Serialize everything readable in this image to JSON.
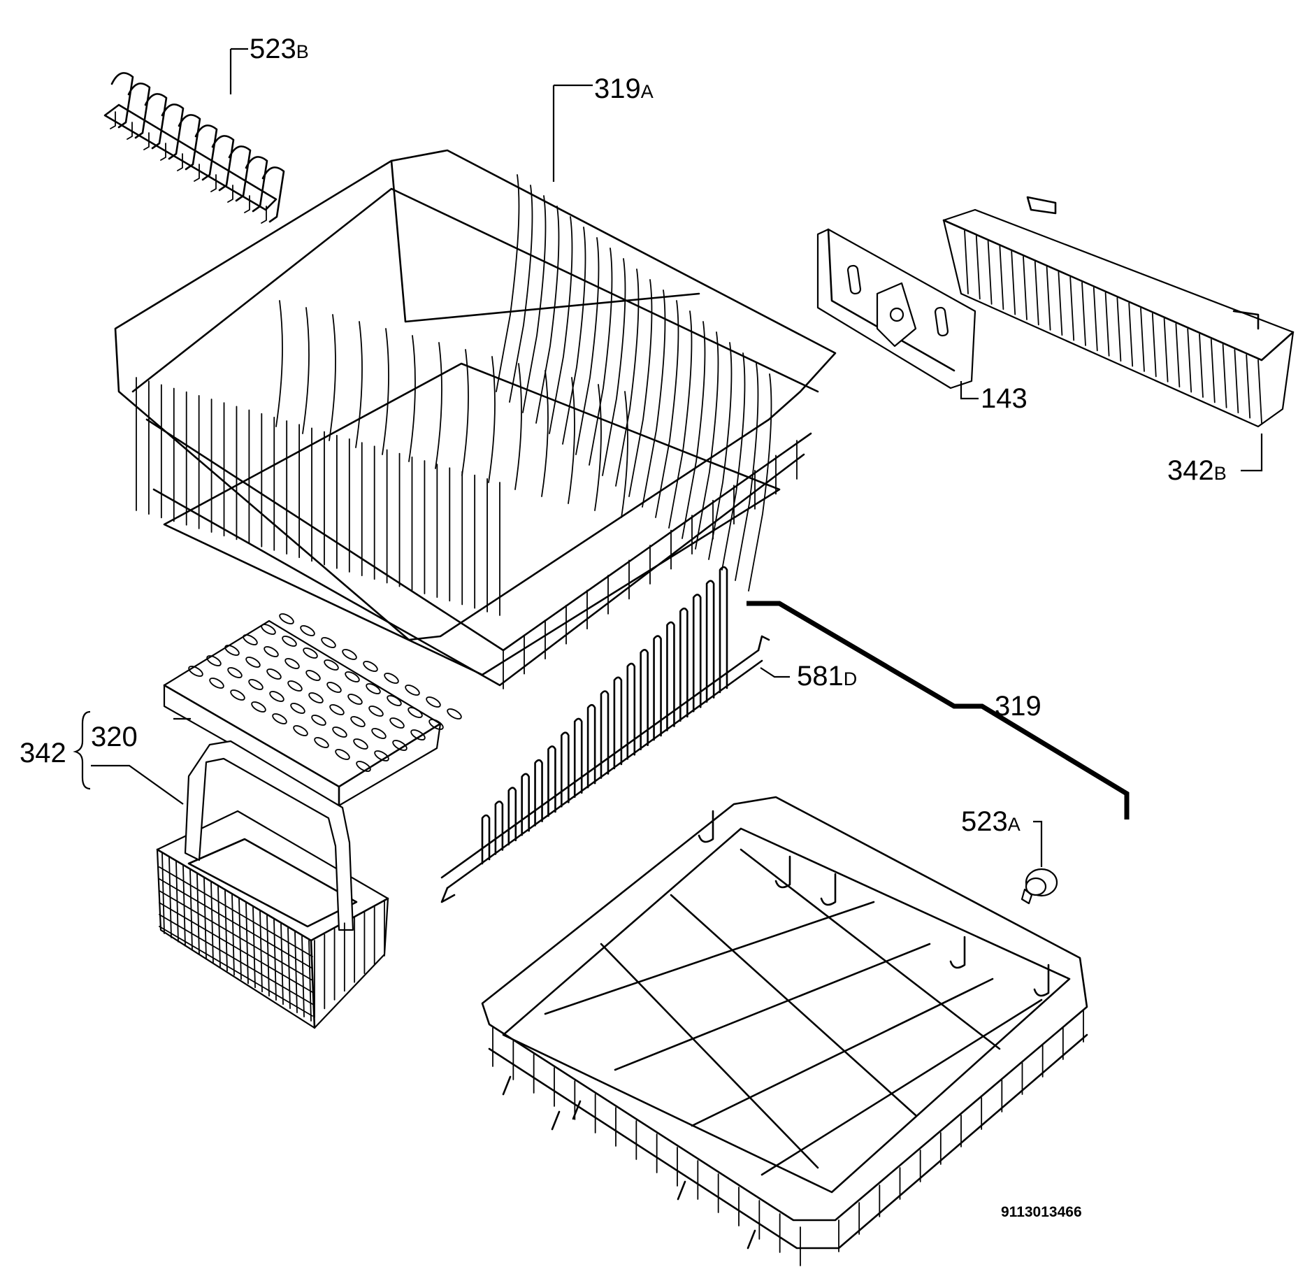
{
  "labels": {
    "p523B": {
      "num": "523",
      "suffix": "B"
    },
    "p319A": {
      "num": "319",
      "suffix": "A"
    },
    "p143": {
      "num": "143",
      "suffix": ""
    },
    "p342B": {
      "num": "342",
      "suffix": "B"
    },
    "p581D": {
      "num": "581",
      "suffix": "D"
    },
    "p319": {
      "num": "319",
      "suffix": ""
    },
    "p320": {
      "num": "320",
      "suffix": ""
    },
    "p342": {
      "num": "342",
      "suffix": ""
    },
    "p523A": {
      "num": "523",
      "suffix": "A"
    }
  },
  "document_number": "9113013466",
  "colors": {
    "ink": "#000000",
    "paper": "#ffffff"
  },
  "icons": [
    "cup-rack-clip-icon",
    "upper-basket-icon",
    "rack-adjuster-bracket-icon",
    "side-cutlery-basket-icon",
    "cutlery-basket-grid-cover-icon",
    "cutlery-basket-icon",
    "plate-rack-insert-icon",
    "lower-basket-icon",
    "basket-wheel-icon"
  ]
}
